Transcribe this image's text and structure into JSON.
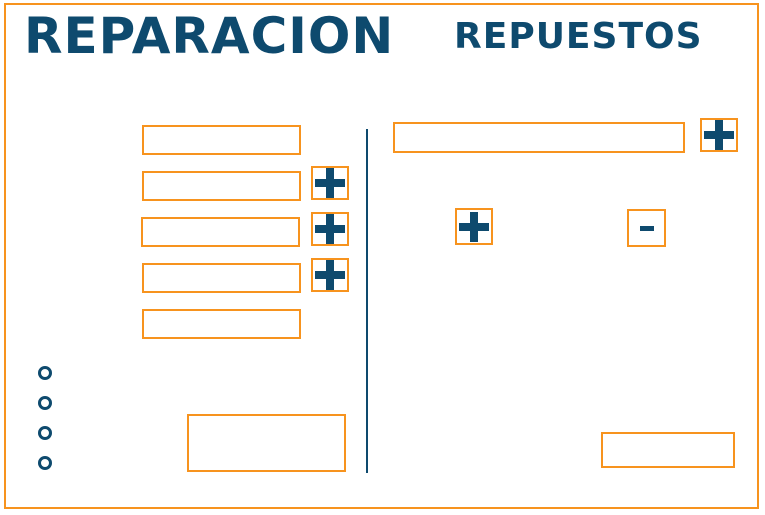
{
  "header": {
    "title": "REPARACION",
    "subtitle": "REPUESTOS"
  },
  "icons": {
    "add": "plus-icon",
    "remove": "minus-icon",
    "option": "radio-circle"
  },
  "colors": {
    "accent_orange": "#f7931e",
    "primary_navy": "#0e4a6e",
    "background": "#ffffff"
  },
  "reparacion_form": {
    "fields": [
      {
        "value": ""
      },
      {
        "value": ""
      },
      {
        "value": ""
      },
      {
        "value": ""
      },
      {
        "value": ""
      }
    ],
    "options": [
      {
        "selected": false
      },
      {
        "selected": false
      },
      {
        "selected": false
      },
      {
        "selected": false
      }
    ],
    "notes": {
      "value": ""
    }
  },
  "repuestos_form": {
    "search": {
      "value": ""
    },
    "footer_field": {
      "value": ""
    }
  }
}
